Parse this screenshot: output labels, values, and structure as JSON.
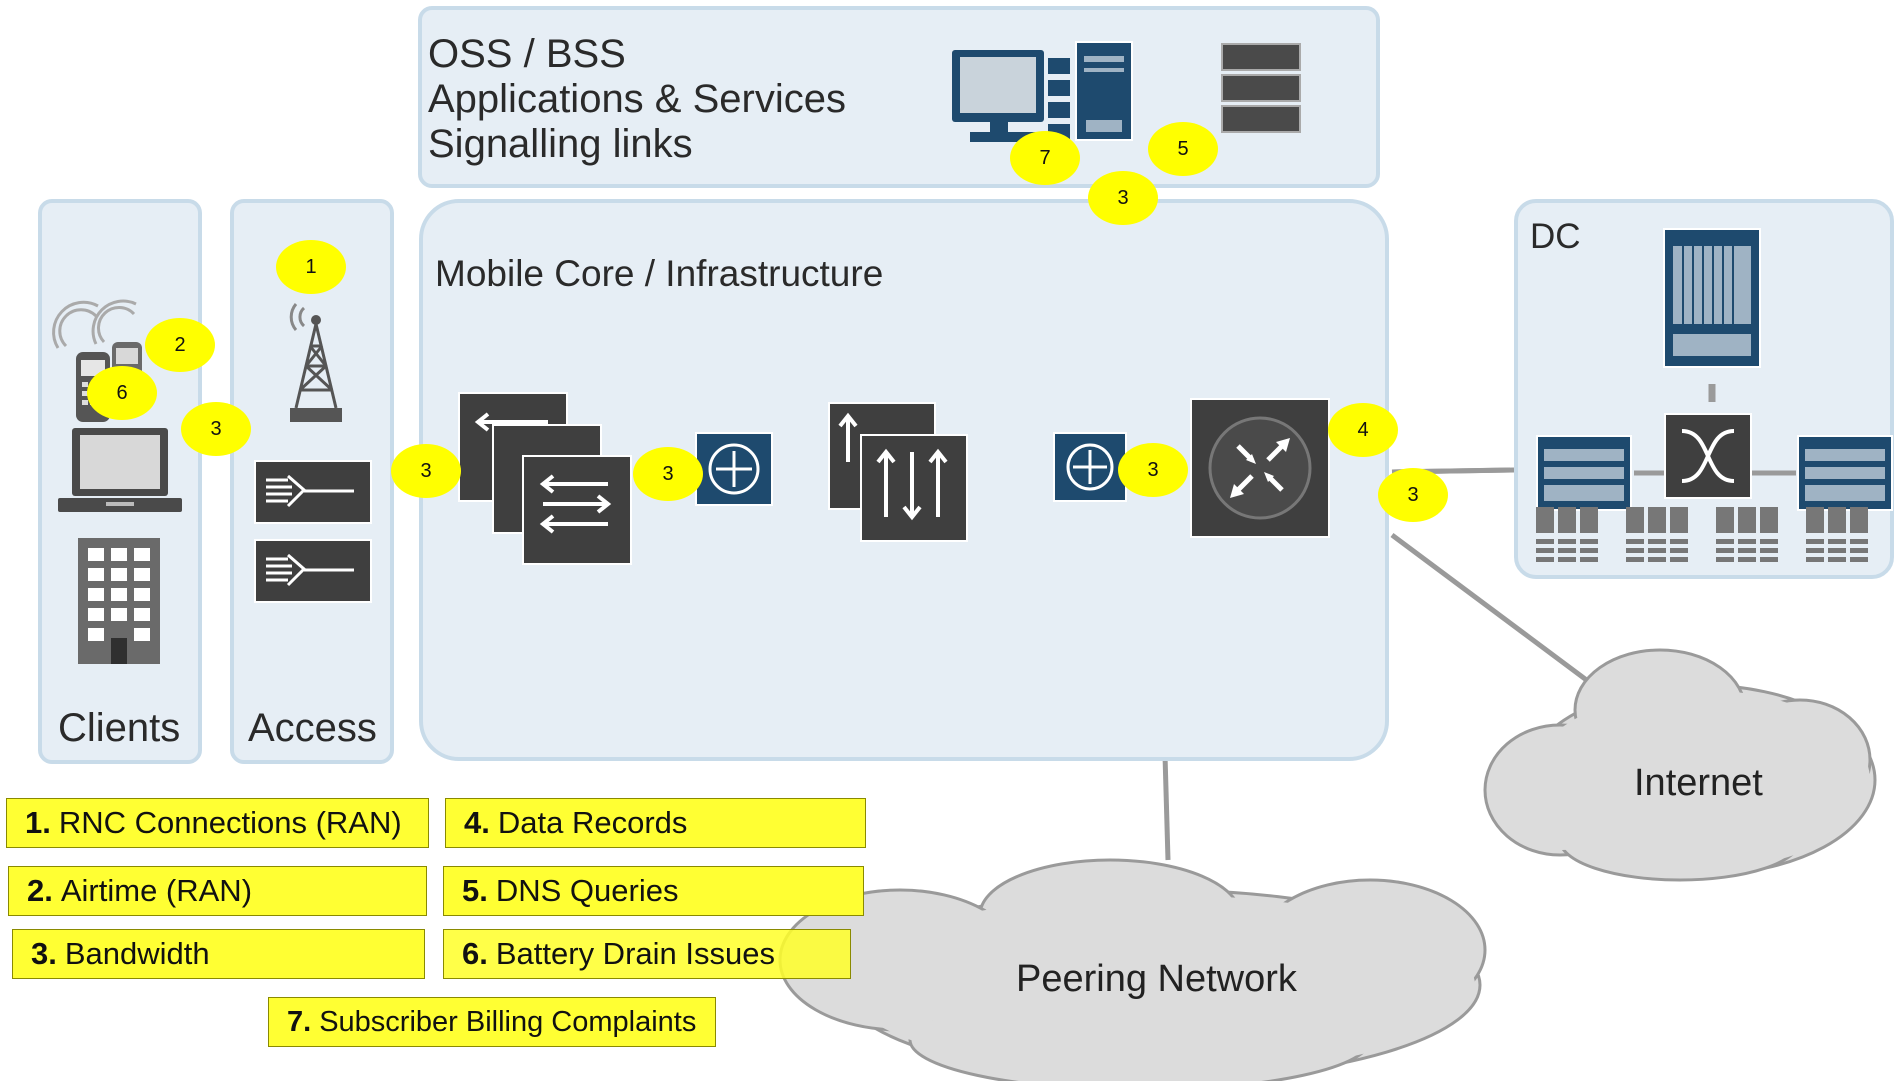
{
  "panels": {
    "oss": [
      "OSS / BSS",
      "Applications & Services",
      "Signalling links"
    ],
    "core": "Mobile Core / Infrastructure",
    "dc": "DC",
    "clients": "Clients",
    "access": "Access"
  },
  "clouds": {
    "internet": "Internet",
    "peering": "Peering Network"
  },
  "badges": {
    "b7": "7",
    "b5": "5",
    "b3_oss": "3",
    "b1": "1",
    "b2": "2",
    "b6": "6",
    "b3_clients": "3",
    "b3_access": "3",
    "b3_router": "3",
    "b3_core2": "3",
    "b4": "4",
    "b3_dc": "3"
  },
  "legend": [
    {
      "num": "1.",
      "text": "RNC Connections (RAN)"
    },
    {
      "num": "2.",
      "text": "Airtime (RAN)"
    },
    {
      "num": "3.",
      "text": "Bandwidth"
    },
    {
      "num": "4.",
      "text": "Data Records"
    },
    {
      "num": "5.",
      "text": "DNS Queries"
    },
    {
      "num": "6.",
      "text": "Battery Drain Issues"
    },
    {
      "num": "7.",
      "text": "Subscriber Billing Complaints"
    }
  ],
  "colors": {
    "panel_fill": "#e6eef5",
    "panel_border": "#c8dbe9",
    "badge": "#ffff00",
    "device_dark": "#3f3f3f",
    "router_blue": "#1e4a6e"
  }
}
